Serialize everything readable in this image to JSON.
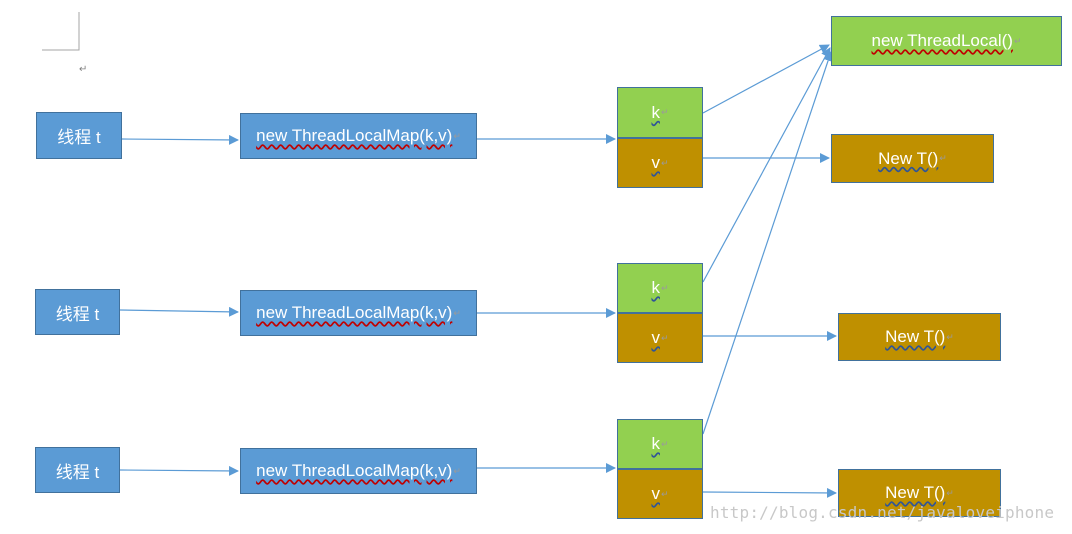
{
  "threads": [
    {
      "label": "线程 t",
      "map_label": "new ThreadLocalMap(k,v)",
      "key_label": "k",
      "value_label": "v",
      "target_label": "New T()"
    },
    {
      "label": "线程 t",
      "map_label": "new ThreadLocalMap(k,v)",
      "key_label": "k",
      "value_label": "v",
      "target_label": "New T()"
    },
    {
      "label": "线程 t",
      "map_label": "new ThreadLocalMap(k,v)",
      "key_label": "k",
      "value_label": "v",
      "target_label": "New T()"
    }
  ],
  "threadlocal_label": "new ThreadLocal()",
  "watermark": "http://blog.csdn.net/javaloveiphone",
  "colors": {
    "thread_box": "#5b9bd5",
    "key_box": "#92d050",
    "value_box": "#bf9000",
    "arrow": "#5b9bd5"
  }
}
